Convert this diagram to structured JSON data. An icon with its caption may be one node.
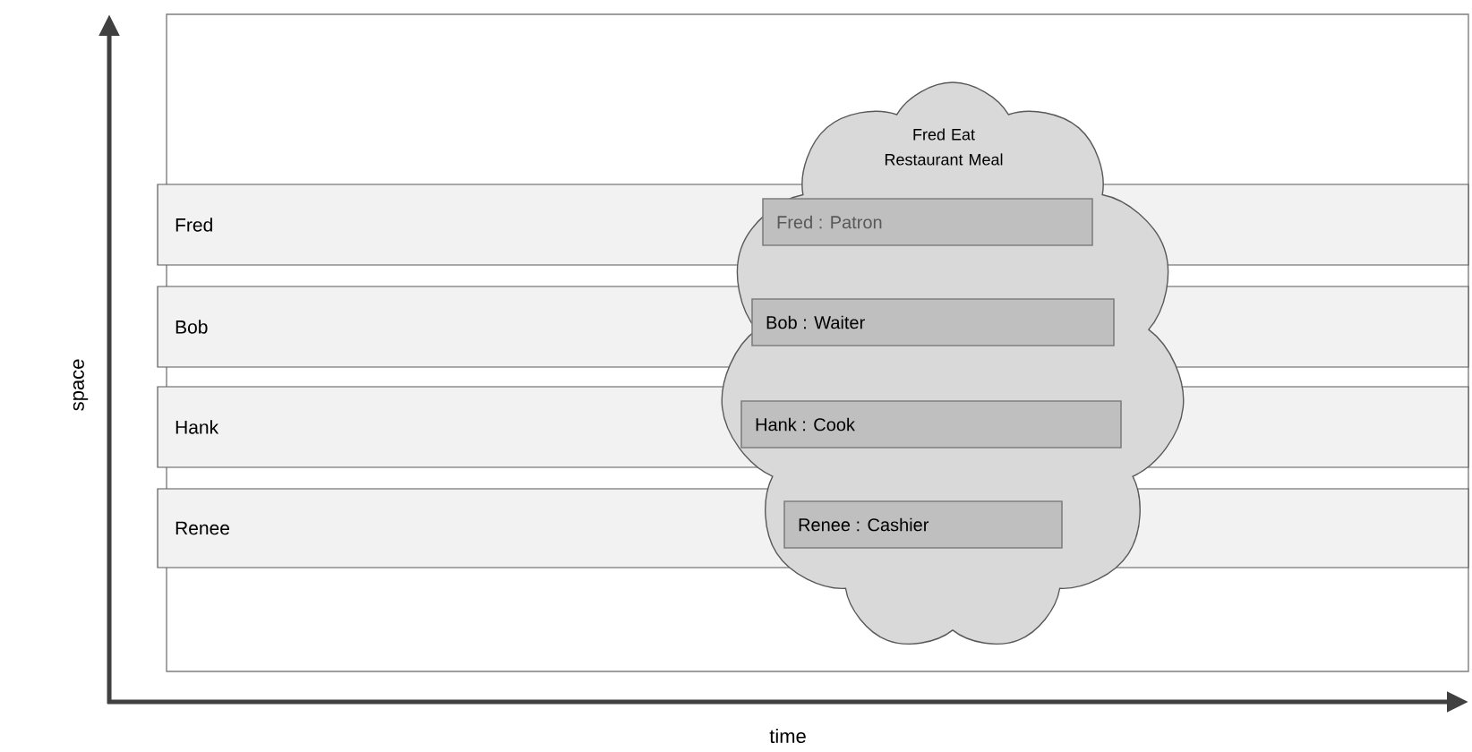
{
  "diagram": {
    "nodes": [
      {
        "text": [
          "Fred"
        ]
      },
      {
        "text": [
          "Bob"
        ]
      },
      {
        "text": [
          "Hank"
        ]
      },
      {
        "text": [
          "Renee"
        ]
      },
      {
        "text": [
          "Fred Eat Restaurant Meal"
        ]
      },
      {
        "text": [
          "Fred : Patron"
        ]
      },
      {
        "text": [
          "Bob : Waiter"
        ]
      },
      {
        "text": [
          "Hank : Cook"
        ]
      },
      {
        "text": [
          "Renee : Cashier"
        ]
      }
    ],
    "edges": [],
    "labels": [
      "space",
      "time"
    ]
  }
}
